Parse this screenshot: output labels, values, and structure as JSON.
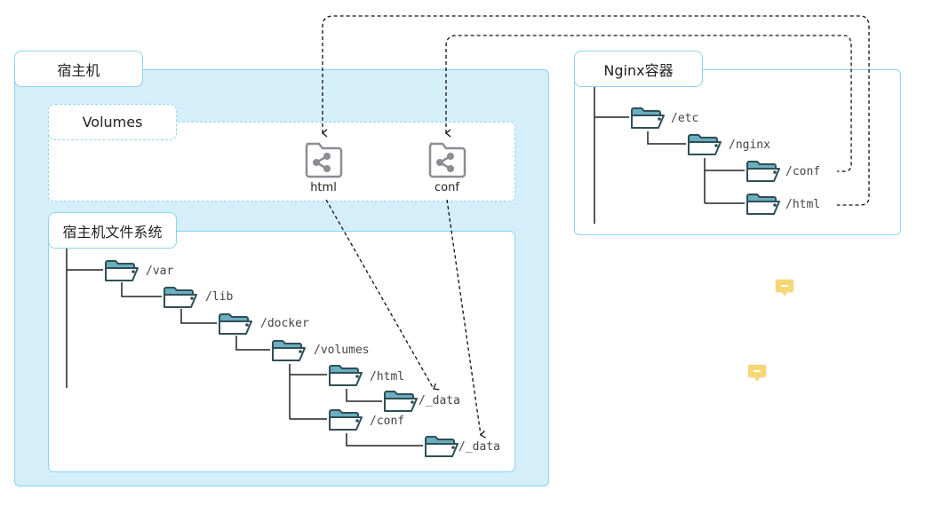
{
  "host": {
    "title": "宿主机",
    "volumes": {
      "title": "Volumes",
      "items": [
        {
          "label": "html",
          "icon": "share-folder-icon"
        },
        {
          "label": "conf",
          "icon": "share-folder-icon"
        }
      ]
    },
    "filesystem": {
      "title": "宿主机文件系统",
      "tree": [
        "/var",
        "/lib",
        "/docker",
        "/volumes",
        "/html",
        "/_data",
        "/conf",
        "/_data"
      ]
    }
  },
  "container": {
    "title": "Nginx容器",
    "tree": [
      "/etc",
      "/nginx",
      "/conf",
      "/html"
    ]
  },
  "colors": {
    "host_bg": "#d4eefa",
    "border": "#8fd3f0",
    "folder_stroke": "#2f4f55",
    "folder_tab": "#6aaec0",
    "volume_icon": "#8c8c94",
    "note": "#f7d774"
  }
}
